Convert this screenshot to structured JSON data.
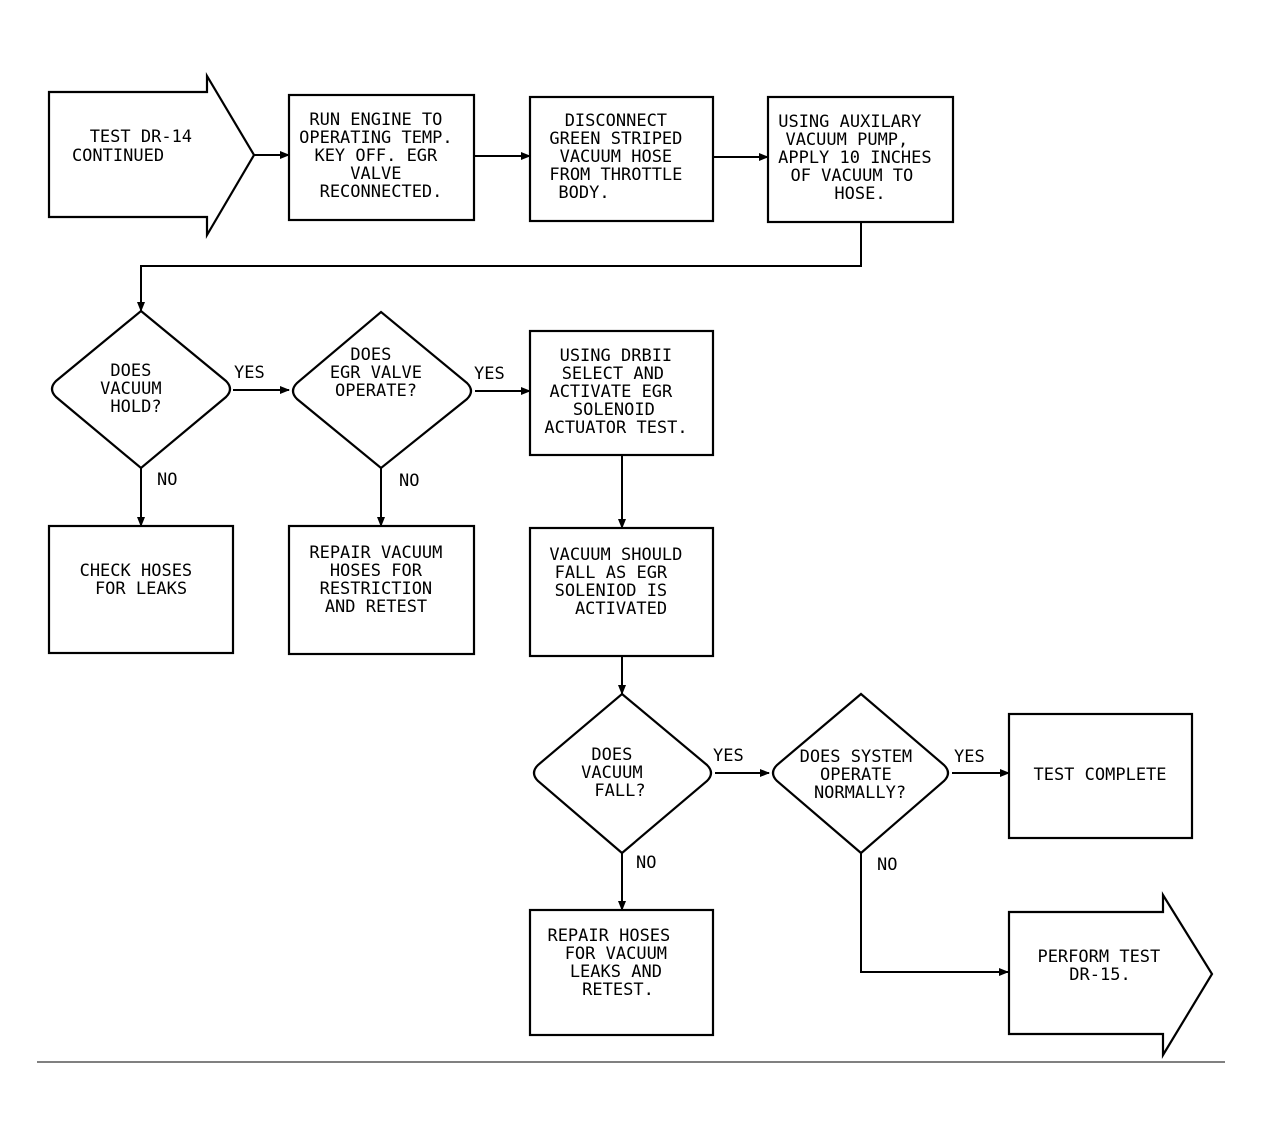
{
  "nodes": {
    "start": [
      "TEST DR-14",
      "CONTINUED"
    ],
    "run_engine": [
      "RUN ENGINE TO",
      "OPERATING TEMP.",
      "KEY OFF. EGR",
      "VALVE",
      "RECONNECTED."
    ],
    "disconnect": [
      "DISCONNECT",
      "GREEN STRIPED",
      "VACUUM HOSE",
      "FROM THROTTLE",
      "BODY."
    ],
    "aux_pump": [
      "USING AUXILARY",
      "VACUUM PUMP,",
      "APPLY 10 INCHES",
      "OF VACUUM TO",
      "HOSE."
    ],
    "vacuum_hold": [
      "DOES",
      "VACUUM",
      "HOLD?"
    ],
    "egr_operate": [
      "DOES",
      "EGR VALVE",
      "OPERATE?"
    ],
    "drbii": [
      "USING DRBII",
      "SELECT AND",
      "ACTIVATE EGR",
      "SOLENOID",
      "ACTUATOR TEST."
    ],
    "check_hoses": [
      "CHECK HOSES",
      "FOR LEAKS"
    ],
    "repair_restriction": [
      "REPAIR VACUUM",
      "HOSES FOR",
      "RESTRICTION",
      "AND RETEST"
    ],
    "vacuum_should_fall": [
      "VACUUM SHOULD",
      "FALL AS EGR",
      "SOLENIOD IS",
      "ACTIVATED"
    ],
    "vacuum_fall": [
      "DOES",
      "VACUUM",
      "FALL?"
    ],
    "system_normal": [
      "DOES SYSTEM",
      "OPERATE",
      "NORMALLY?"
    ],
    "test_complete": [
      "TEST COMPLETE"
    ],
    "repair_leaks": [
      "REPAIR HOSES",
      "FOR VACUUM",
      "LEAKS AND",
      "RETEST."
    ],
    "perform_test": [
      "PERFORM TEST",
      "DR-15."
    ]
  },
  "edge_labels": {
    "yes": "YES",
    "no": "NO"
  }
}
